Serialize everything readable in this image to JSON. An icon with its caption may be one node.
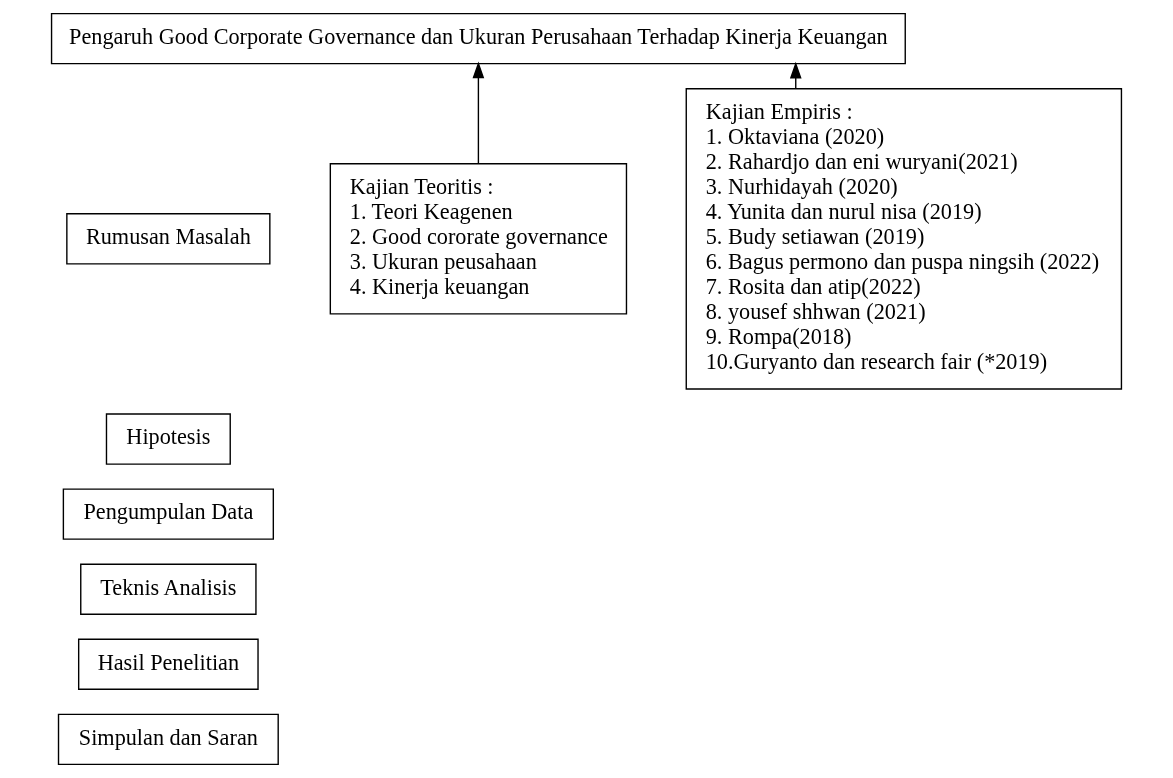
{
  "diagram": {
    "nodes": [
      {
        "text": [
          "Pengaruh Good Corporate Governance dan Ukuran Perusahaan Terhadap Kinerja Keuangan"
        ]
      },
      {
        "text": [
          "Kajian Teoritis :",
          "1. Teori Keagenen",
          "2. Good cororate governance",
          "3. Ukuran peusahaan",
          "4. Kinerja keuangan"
        ]
      },
      {
        "text": [
          "Rumusan Masalah"
        ]
      },
      {
        "text": [
          "Hipotesis"
        ]
      },
      {
        "text": [
          "Pengumpulan Data"
        ]
      },
      {
        "text": [
          "Teknis Analisis"
        ]
      },
      {
        "text": [
          "Hasil Penelitian"
        ]
      },
      {
        "text": [
          "Simpulan dan Saran"
        ]
      },
      {
        "text": [
          "Kajian Empiris :",
          "1. Oktaviana (2020)",
          "2. Rahardjo dan eni wuryani(2021)",
          "3. Nurhidayah (2020)",
          "4. Yunita dan nurul nisa (2019)",
          "5. Budy setiawan (2019)",
          "6. Bagus permono dan puspa ningsih (2022)",
          "7. Rosita dan atip(2022)",
          "8. yousef shhwan (2021)",
          "9. Rompa(2018)",
          "10.Guryanto dan research fair (*2019)"
        ]
      }
    ],
    "edges": [
      {
        "from": 1,
        "to": 0,
        "arrow": "to"
      },
      {
        "from": 8,
        "to": 0,
        "arrow": "to"
      }
    ]
  }
}
